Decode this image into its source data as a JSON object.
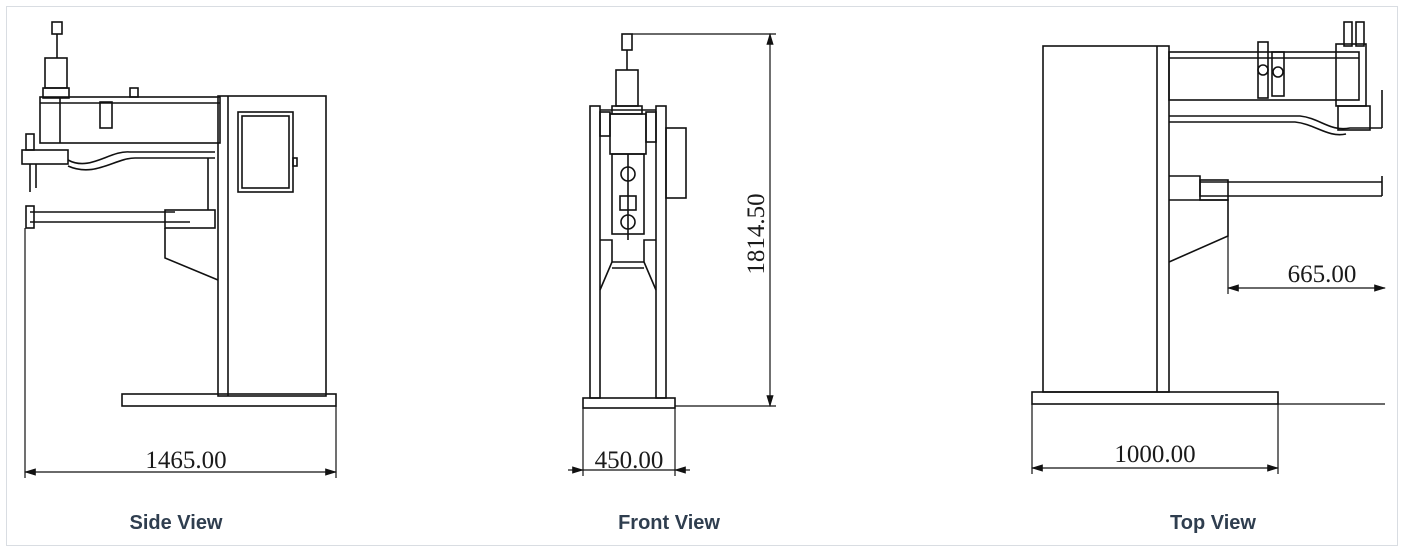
{
  "views": [
    {
      "caption": "Side View",
      "dimension": "1465.00"
    },
    {
      "caption": "Front View",
      "dimension_width": "450.00",
      "dimension_height": "1814.50"
    },
    {
      "caption": "Top View",
      "dimension_width": "1000.00",
      "dimension_inner": "665.00"
    }
  ]
}
